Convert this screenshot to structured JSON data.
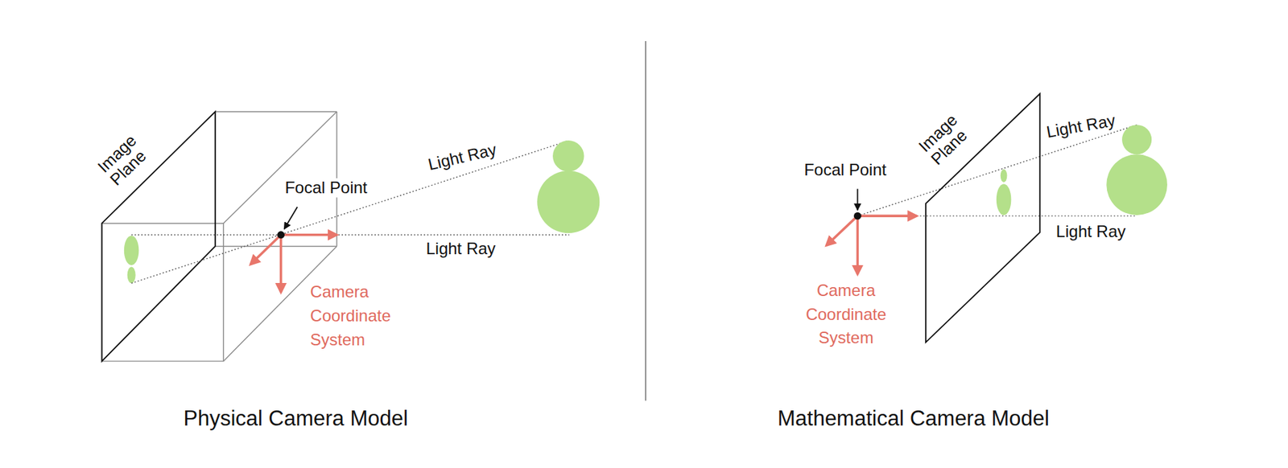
{
  "diagram": {
    "labels": [
      "Image Plane",
      "Focal Point",
      "Light Ray",
      "Light Ray",
      "Camera Coordinate System",
      "Physical Camera Model",
      "Image Plane",
      "Focal Point",
      "Light Ray",
      "Light Ray",
      "Camera Coordinate System",
      "Mathematical Camera Model"
    ]
  }
}
